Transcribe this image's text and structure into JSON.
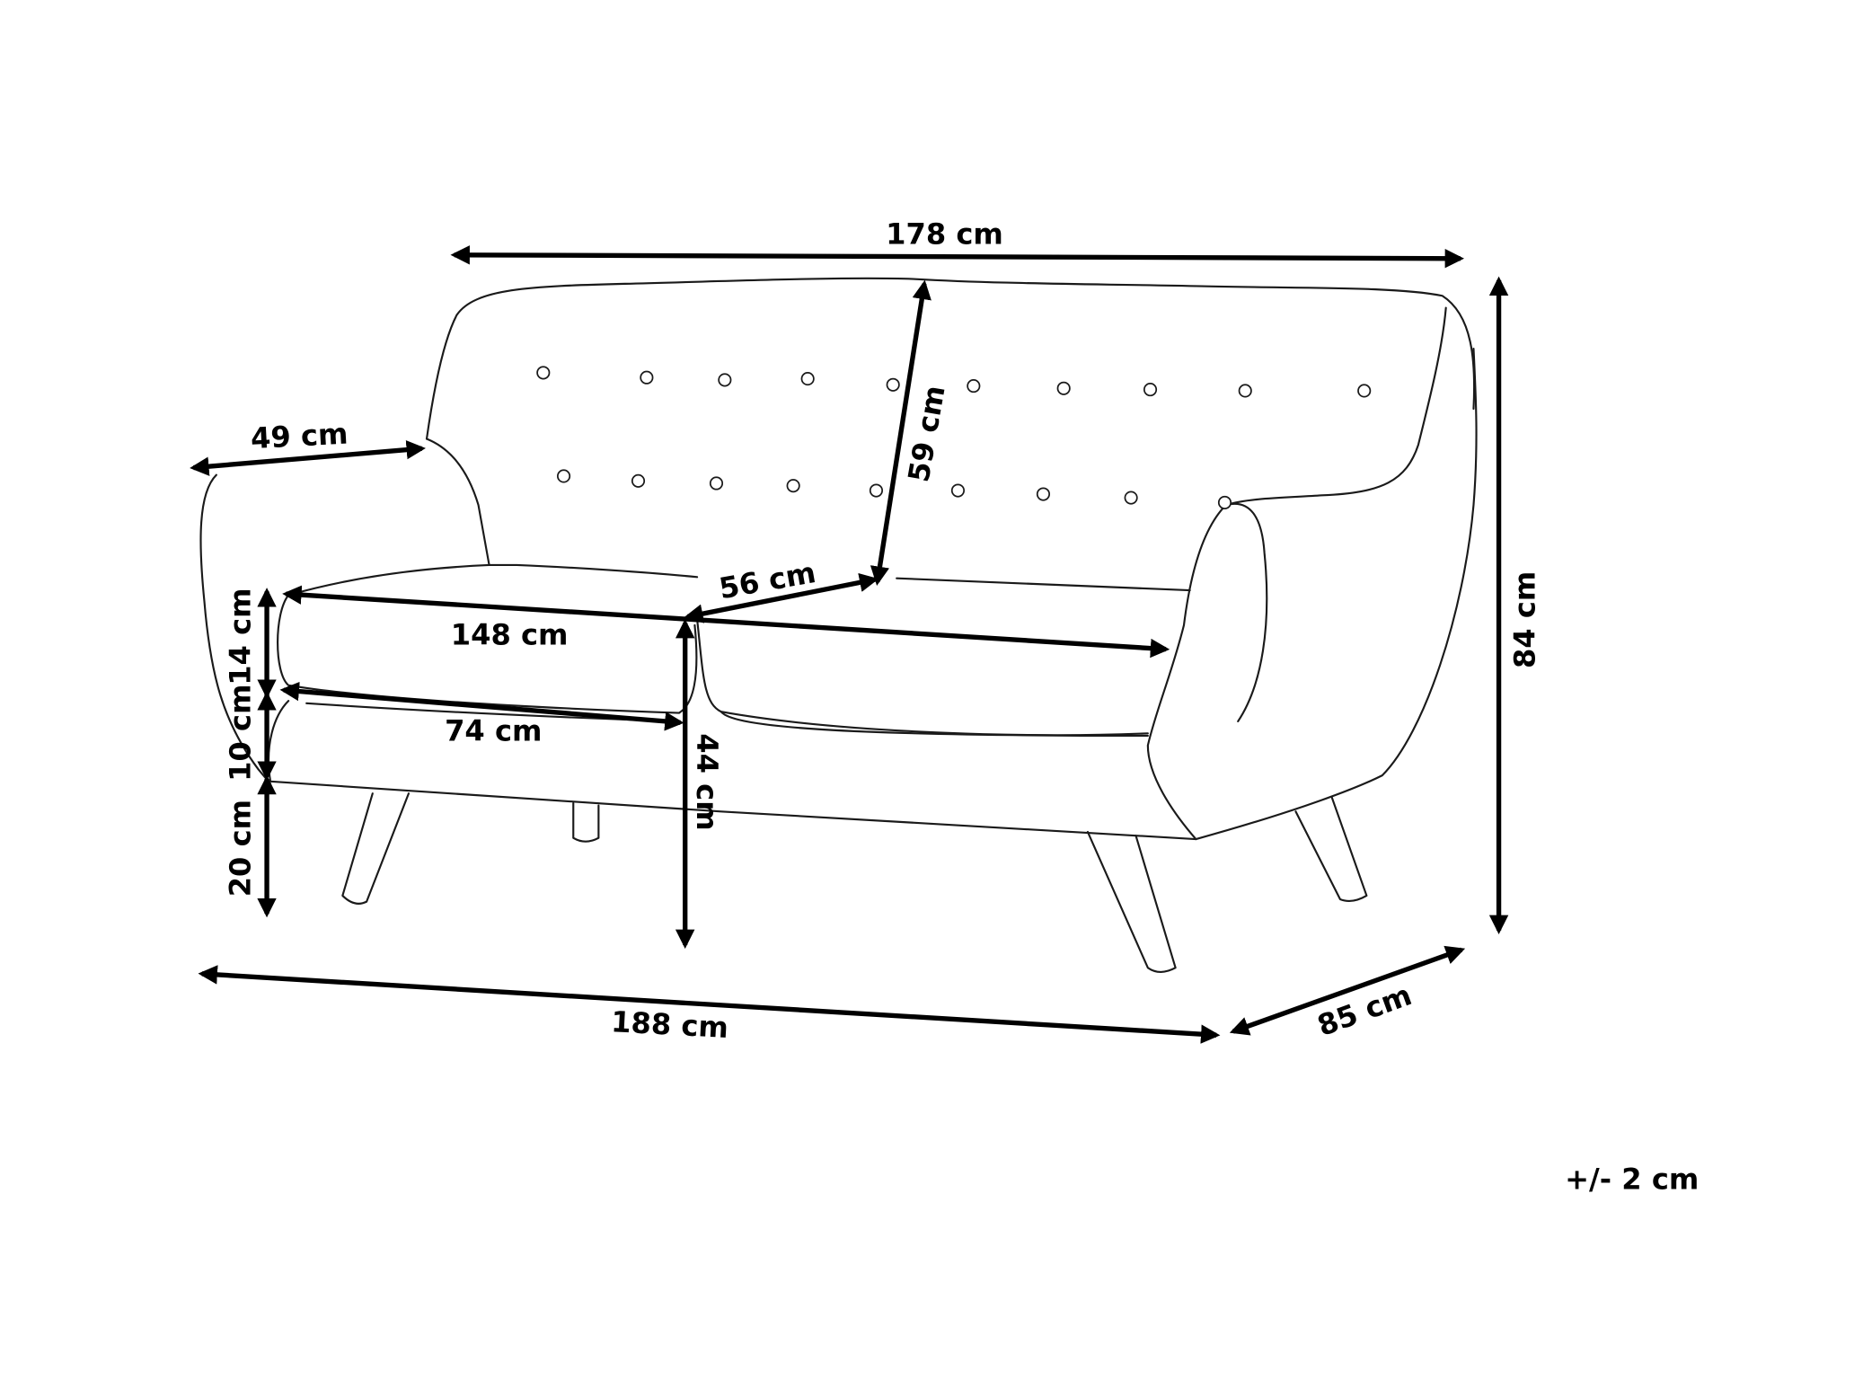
{
  "diagram": {
    "subject": "sofa-dimensions",
    "line_color": "#1a1a1a",
    "dimensions": {
      "back_width": "178 cm",
      "total_width": "188 cm",
      "depth": "85 cm",
      "total_height": "84 cm",
      "backrest_height": "59 cm",
      "armrest_depth": "49 cm",
      "seat_width": "148 cm",
      "cushion_width": "74 cm",
      "seat_depth": "56 cm",
      "seat_height": "44 cm",
      "cushion_thickness": "14 cm",
      "base_height": "10 cm",
      "leg_height": "20 cm"
    },
    "tolerance": "+/- 2 cm"
  }
}
